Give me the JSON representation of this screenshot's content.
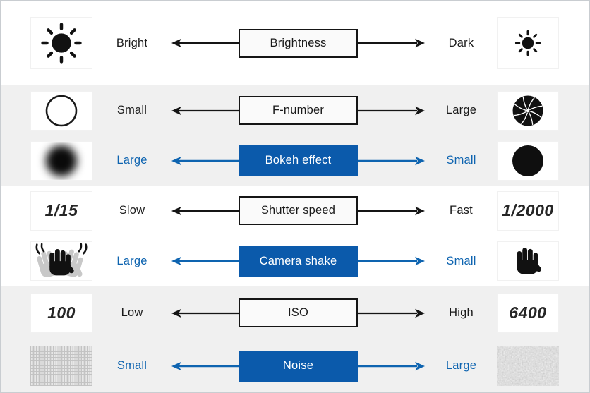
{
  "colors": {
    "blue": "#0b5aab",
    "blue_text": "#0e64b0",
    "ink": "#1a1a1a",
    "row_alt_bg": "#f0f0f0",
    "canvas_border": "#c9cdd1",
    "box_bg": "#fafafa"
  },
  "rows": [
    {
      "id": "brightness",
      "lines": [
        {
          "variant": "black",
          "left_icon": "sun-bright-icon",
          "left_label": "Bright",
          "box_label": "Brightness",
          "right_label": "Dark",
          "right_icon": "sun-dim-icon"
        }
      ]
    },
    {
      "id": "aperture",
      "lines": [
        {
          "variant": "black",
          "left_icon": "aperture-open-icon",
          "left_label": "Small",
          "box_label": "F-number",
          "right_label": "Large",
          "right_icon": "aperture-closed-icon"
        },
        {
          "variant": "blue",
          "left_icon": "bokeh-large-icon",
          "left_label": "Large",
          "box_label": "Bokeh effect",
          "right_label": "Small",
          "right_icon": "bokeh-small-icon"
        }
      ]
    },
    {
      "id": "shutter-speed",
      "lines": [
        {
          "variant": "black",
          "left_value": "1/15",
          "left_label": "Slow",
          "box_label": "Shutter speed",
          "right_label": "Fast",
          "right_value": "1/2000"
        },
        {
          "variant": "blue",
          "left_icon": "hand-shaking-icon",
          "left_label": "Large",
          "box_label": "Camera shake",
          "right_label": "Small",
          "right_icon": "hand-steady-icon"
        }
      ]
    },
    {
      "id": "iso",
      "lines": [
        {
          "variant": "black",
          "left_value": "100",
          "left_label": "Low",
          "box_label": "ISO",
          "right_label": "High",
          "right_value": "6400"
        },
        {
          "variant": "blue",
          "left_icon": "noise-fine-icon",
          "left_label": "Small",
          "box_label": "Noise",
          "right_label": "Large",
          "right_icon": "noise-coarse-icon"
        }
      ]
    }
  ]
}
